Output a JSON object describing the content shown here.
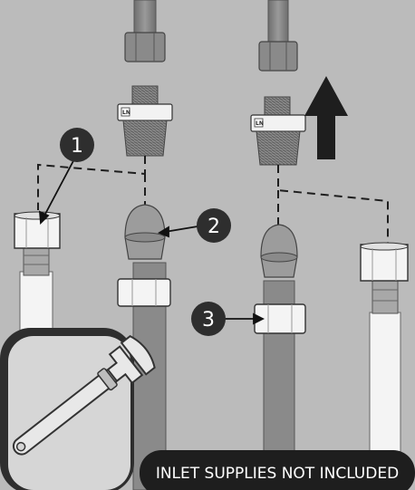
{
  "callouts": [
    {
      "number": "1"
    },
    {
      "number": "2"
    },
    {
      "number": "3"
    }
  ],
  "banner": {
    "text": "INLET SUPPLIES NOT INCLUDED"
  },
  "fitting_labels": [
    "LN",
    "LN"
  ],
  "icons": {
    "wrench": "adjustable-wrench-icon",
    "arrow": "up-arrow-icon"
  },
  "colors": {
    "background": "#bbbbbb",
    "dark": "#2e2e2e",
    "hose_grey": "#8c8c8c",
    "white_hose": "#f2f2f2"
  }
}
